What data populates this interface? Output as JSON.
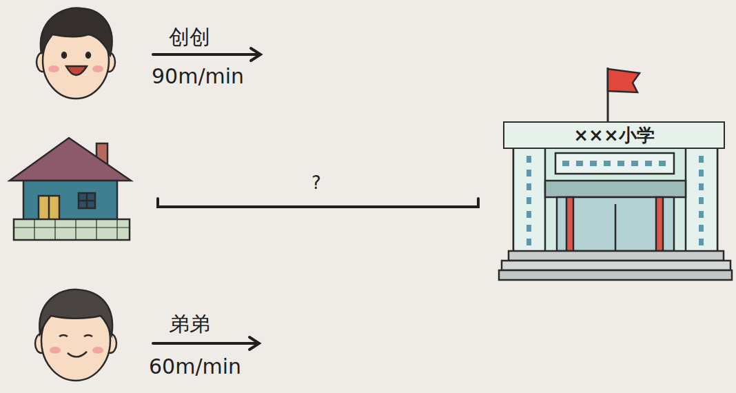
{
  "diagram": {
    "nodes": [
      {
        "text": [
          "×××小学"
        ]
      }
    ],
    "labels": [
      "创创",
      "90m/min",
      "?",
      "弟弟",
      "60m/min"
    ]
  }
}
